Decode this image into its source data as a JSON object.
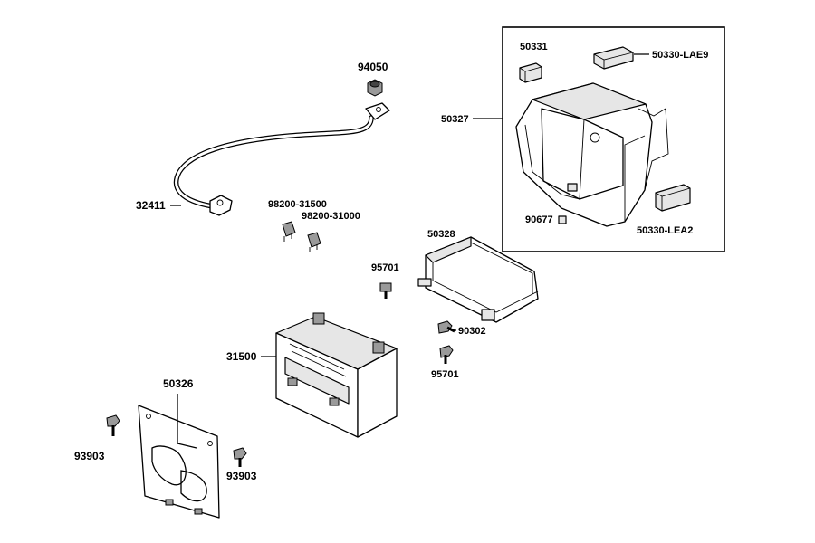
{
  "labels": {
    "p94050": "94050",
    "p32411": "32411",
    "p98200_31500": "98200-31500",
    "p98200_31000": "98200-31000",
    "p95701_a": "95701",
    "p95701_b": "95701",
    "p90302": "90302",
    "p31500": "31500",
    "p50326": "50326",
    "p93903_a": "93903",
    "p93903_b": "93903",
    "p50328": "50328",
    "p50327": "50327",
    "p50331": "50331",
    "p50330_lae9": "50330-LAE9",
    "p90677": "90677",
    "p50330_lea2": "50330-LEA2"
  }
}
